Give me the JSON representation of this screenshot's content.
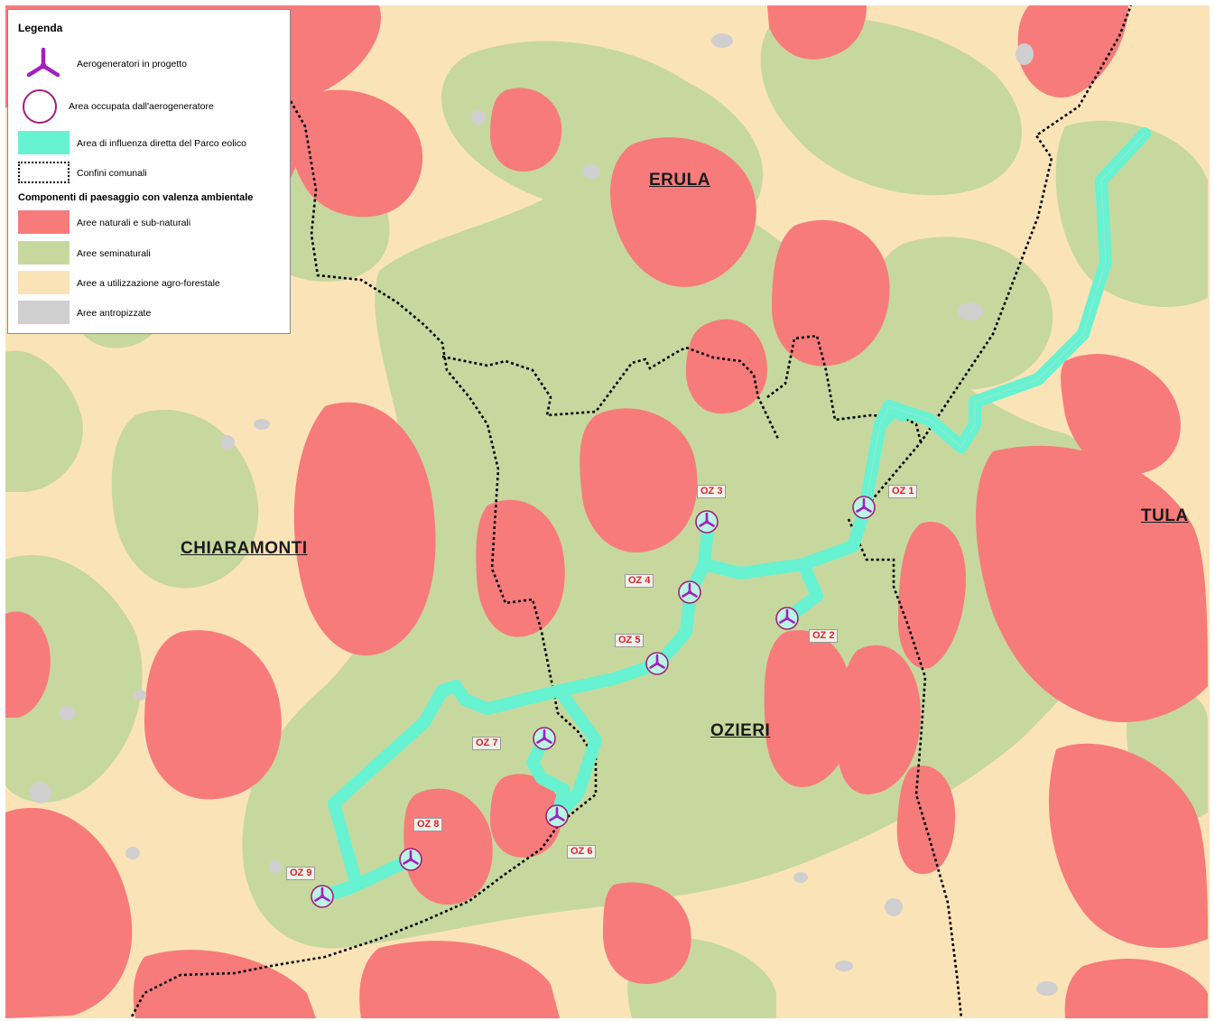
{
  "legend": {
    "title": "Legenda",
    "items": [
      {
        "label": "Aerogeneratori in progetto",
        "icon": "wind-turbine-icon",
        "color": "#a020c0"
      },
      {
        "label": "Area occupata dall'aerogeneratore",
        "icon": "circle-outline-icon",
        "color": "#a0207a"
      },
      {
        "label": "Area di influenza diretta del Parco eolico",
        "color": "#67f2d2"
      },
      {
        "label": "Confini comunali",
        "icon": "dotted-border-icon",
        "color": "#000000"
      }
    ],
    "section_title": "Componenti di paesaggio con valenza ambientale",
    "landscape_items": [
      {
        "label": "Aree naturali e sub-naturali",
        "color": "#f77b7b"
      },
      {
        "label": "Aree seminaturali",
        "color": "#c7d89e"
      },
      {
        "label": "Aree a utilizzazione agro-forestale",
        "color": "#fbe3b8"
      },
      {
        "label": "Aree antropizzate",
        "color": "#cfcfcf"
      }
    ]
  },
  "places": {
    "erula": "ERULA",
    "chiaramonti": "CHIARAMONTI",
    "ozieri": "OZIERI",
    "tula": "TULA"
  },
  "turbines": [
    {
      "id": "OZ 1"
    },
    {
      "id": "OZ 2"
    },
    {
      "id": "OZ 3"
    },
    {
      "id": "OZ 4"
    },
    {
      "id": "OZ 5"
    },
    {
      "id": "OZ 6"
    },
    {
      "id": "OZ 7"
    },
    {
      "id": "OZ 8"
    },
    {
      "id": "OZ 9"
    }
  ],
  "colors": {
    "natural": "#f77b7b",
    "seminatural": "#c7d89e",
    "agro": "#fbe3b8",
    "anthropic": "#cfcfcf",
    "influence": "#67f2d2",
    "turbine": "#a020c0",
    "label_red": "#d8232a"
  }
}
